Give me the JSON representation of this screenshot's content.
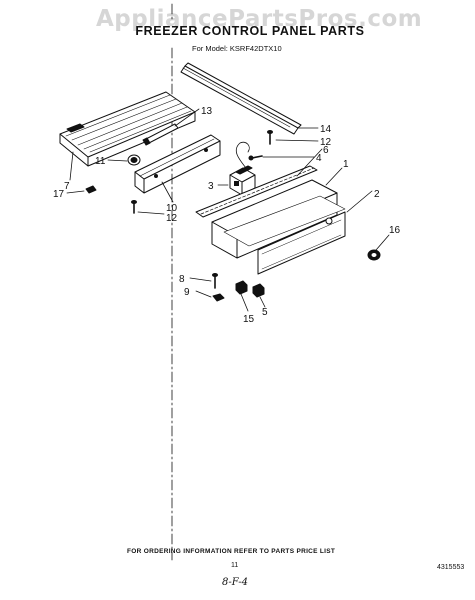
{
  "watermark": "AppliancePartsPros.com",
  "title": "FREEZER CONTROL PANEL PARTS",
  "model_line": "For Model: KSRF42DTX10",
  "callouts": [
    {
      "id": "c13",
      "label": "13"
    },
    {
      "id": "c14",
      "label": "14"
    },
    {
      "id": "c12a",
      "label": "12"
    },
    {
      "id": "c4",
      "label": "4"
    },
    {
      "id": "c6",
      "label": "6"
    },
    {
      "id": "c11",
      "label": "11"
    },
    {
      "id": "c7",
      "label": "7"
    },
    {
      "id": "c17",
      "label": "17"
    },
    {
      "id": "c3",
      "label": "3"
    },
    {
      "id": "c10",
      "label": "10"
    },
    {
      "id": "c12b",
      "label": "12"
    },
    {
      "id": "c1",
      "label": "1"
    },
    {
      "id": "c2",
      "label": "2"
    },
    {
      "id": "c16",
      "label": "16"
    },
    {
      "id": "c8",
      "label": "8"
    },
    {
      "id": "c9",
      "label": "9"
    },
    {
      "id": "c15",
      "label": "15"
    },
    {
      "id": "c5",
      "label": "5"
    }
  ],
  "footer": "FOR ORDERING INFORMATION REFER TO PARTS PRICE LIST",
  "page_number": "11",
  "doc_number": "4315553",
  "signature": "8-F-4"
}
